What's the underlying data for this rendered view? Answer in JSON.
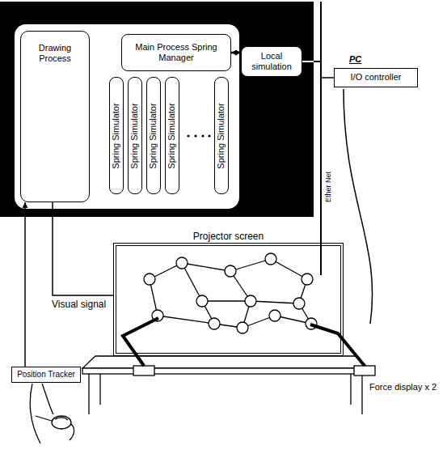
{
  "diagram": {
    "nodes": [
      {
        "text": [
          "Drawing Process"
        ]
      },
      {
        "text": [
          "Main Process Spring Manager"
        ]
      },
      {
        "text": [
          "Spring Simulator"
        ]
      },
      {
        "text": [
          "Spring Simulator"
        ]
      },
      {
        "text": [
          "Spring Simulator"
        ]
      },
      {
        "text": [
          "Spring Simulator"
        ]
      },
      {
        "text": [
          "Spring Simulator"
        ]
      },
      {
        "text": [
          "Local simulation"
        ]
      },
      {
        "text": [
          "PC",
          "I/O controller"
        ]
      },
      {
        "text": [
          "Position Tracker"
        ]
      },
      {
        "text": [
          "Projector screen"
        ]
      }
    ],
    "edges": [
      {
        "from": 9,
        "to": 0,
        "arrow": "to"
      },
      {
        "from": 0,
        "to": 10,
        "label": "Visual signal",
        "arrow": "none"
      },
      {
        "from": 1,
        "to": 7,
        "arrow": "both"
      }
    ],
    "labels": [
      "Ether Net",
      "Force display x 2"
    ]
  }
}
